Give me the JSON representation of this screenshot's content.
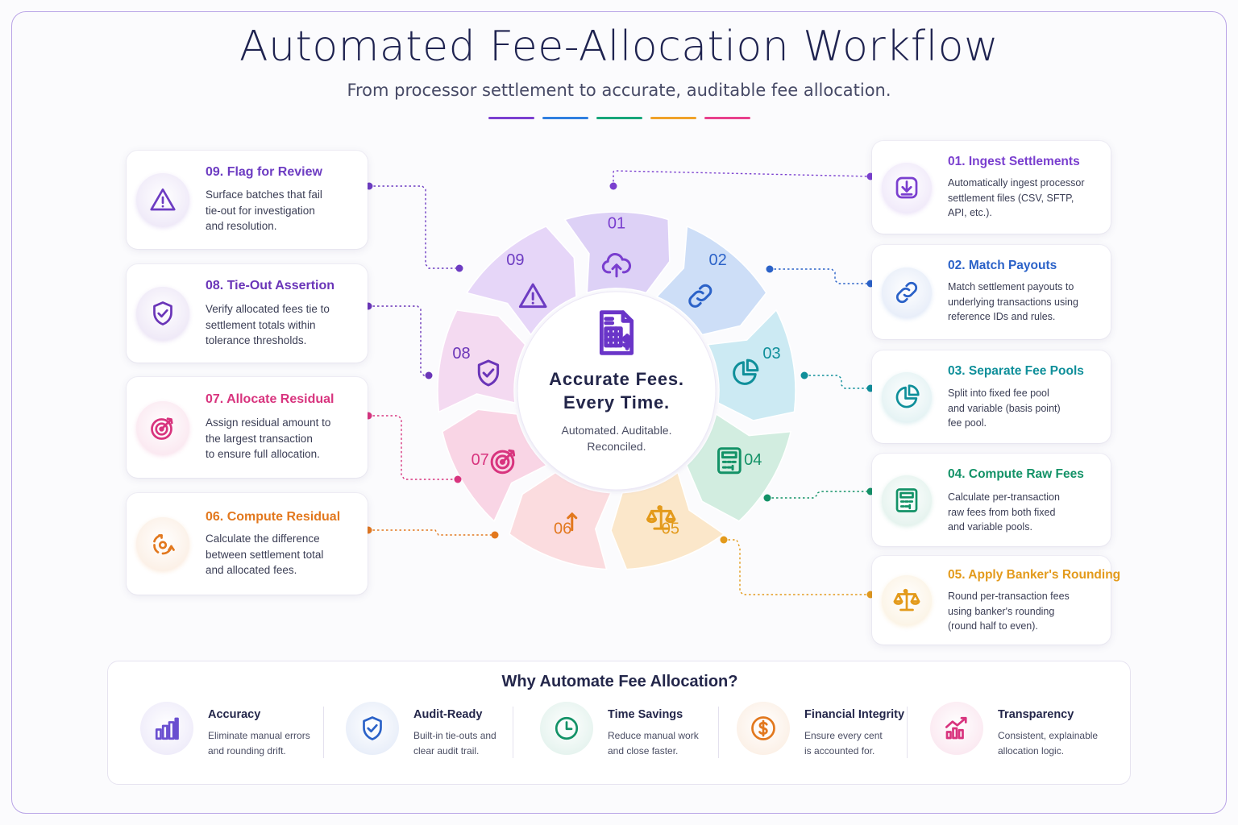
{
  "page": {
    "title": "Automated Fee-Allocation Workflow",
    "subtitle": "From processor settlement to accurate, auditable fee allocation.",
    "accent_bars": [
      "#7b3fd0",
      "#2f7fe0",
      "#17a67a",
      "#f0a22a",
      "#e8408c"
    ]
  },
  "center": {
    "title": "Accurate Fees.\nEvery Time.",
    "subtitle": "Automated. Auditable.\nReconciled.",
    "icon": "spreadsheet-dollar-icon"
  },
  "steps": [
    {
      "num": "01",
      "title": "Ingest Settlements",
      "desc": "Automatically ingest processor\nsettlement files (CSV, SFTP,\nAPI, etc.).",
      "color": "#7a3fcf",
      "icon": "download-icon",
      "wheel_icon": "cloud-upload-icon"
    },
    {
      "num": "02",
      "title": "Match Payouts",
      "desc": "Match settlement payouts to\nunderlying transactions using\nreference IDs and rules.",
      "color": "#2b62c8",
      "icon": "link-icon",
      "wheel_icon": "link-icon"
    },
    {
      "num": "03",
      "title": "Separate Fee Pools",
      "desc": "Split into fixed fee pool\nand variable (basis point)\nfee pool.",
      "color": "#0f8f9a",
      "icon": "pie-chart-icon",
      "wheel_icon": "pie-chart-icon"
    },
    {
      "num": "04",
      "title": "Compute Raw Fees",
      "desc": "Calculate per-transaction\nraw fees from both fixed\nand variable pools.",
      "color": "#139267",
      "icon": "calculator-icon",
      "wheel_icon": "calculator-icon"
    },
    {
      "num": "05",
      "title": "Apply Banker's Rounding",
      "desc": "Round per-transaction fees\nusing banker's rounding\n(round half to even).",
      "color": "#e39a1b",
      "icon": "scales-icon",
      "wheel_icon": "scales-icon"
    },
    {
      "num": "06",
      "title": "Compute Residual",
      "desc": "Calculate the difference\nbetween settlement total\nand allocated fees.",
      "color": "#e2781e",
      "icon": "residual-icon",
      "wheel_icon": "residual-arrow-icon"
    },
    {
      "num": "07",
      "title": "Allocate Residual",
      "desc": "Assign residual amount to\nthe largest transaction\nto ensure full allocation.",
      "color": "#d8347e",
      "icon": "target-icon",
      "wheel_icon": "target-icon"
    },
    {
      "num": "08",
      "title": "Tie-Out Assertion",
      "desc": "Verify allocated fees tie to\nsettlement totals within\ntolerance thresholds.",
      "color": "#6a35b8",
      "icon": "shield-check-icon",
      "wheel_icon": "shield-check-icon"
    },
    {
      "num": "09",
      "title": "Flag for Review",
      "desc": "Surface batches that fail\ntie-out for investigation\nand resolution.",
      "color": "#6d3cc2",
      "icon": "warning-icon",
      "wheel_icon": "warning-icon"
    }
  ],
  "benefits": {
    "title": "Why Automate Fee Allocation?",
    "items": [
      {
        "title": "Accuracy",
        "desc": "Eliminate manual errors\nand rounding drift.",
        "color": "#6a4fd0",
        "icon": "bar-chart-icon"
      },
      {
        "title": "Audit-Ready",
        "desc": "Built-in tie-outs and\nclear audit trail.",
        "color": "#2b62c8",
        "icon": "shield-check-icon"
      },
      {
        "title": "Time Savings",
        "desc": "Reduce manual work\nand close faster.",
        "color": "#139267",
        "icon": "clock-icon"
      },
      {
        "title": "Financial Integrity",
        "desc": "Ensure every cent\nis accounted for.",
        "color": "#e2781e",
        "icon": "dollar-icon"
      },
      {
        "title": "Transparency",
        "desc": "Consistent, explainable\nallocation logic.",
        "color": "#d8347e",
        "icon": "trend-chart-icon"
      }
    ]
  }
}
